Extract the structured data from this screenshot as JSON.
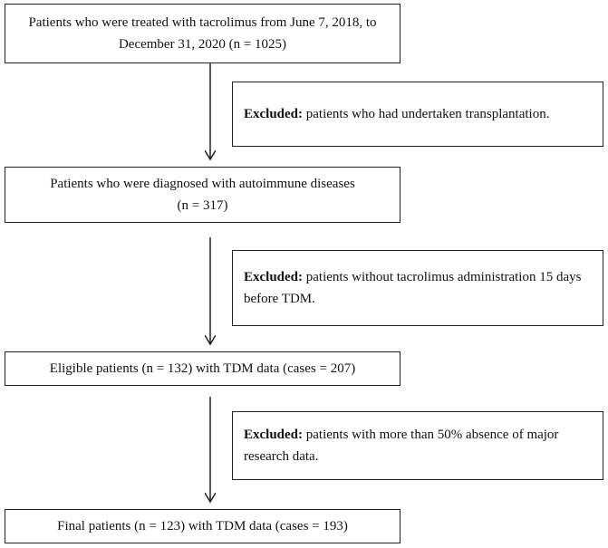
{
  "boxes": {
    "box1": {
      "line1": "Patients who were treated with tacrolimus from June 7, 2018, to",
      "line2": "December 31, 2020 (n = 1025)"
    },
    "box2": {
      "line1": "Patients who were diagnosed with autoimmune diseases",
      "line2": "(n = 317)"
    },
    "box3": {
      "line1": "Eligible patients (n = 132) with TDM data (cases = 207)"
    },
    "box4": {
      "line1": "Final patients (n = 123) with TDM data (cases = 193)"
    }
  },
  "exclusions": {
    "ex1": {
      "label": "Excluded:",
      "text": " patients who had undertaken transplantation."
    },
    "ex2": {
      "label": "Excluded:",
      "text": " patients without tacrolimus administration 15 days before TDM."
    },
    "ex3": {
      "label": "Excluded:",
      "text": " patients with more than 50% absence of major research data."
    }
  },
  "colors": {
    "border": "#222222",
    "arrow": "#222222",
    "background": "#ffffff"
  }
}
